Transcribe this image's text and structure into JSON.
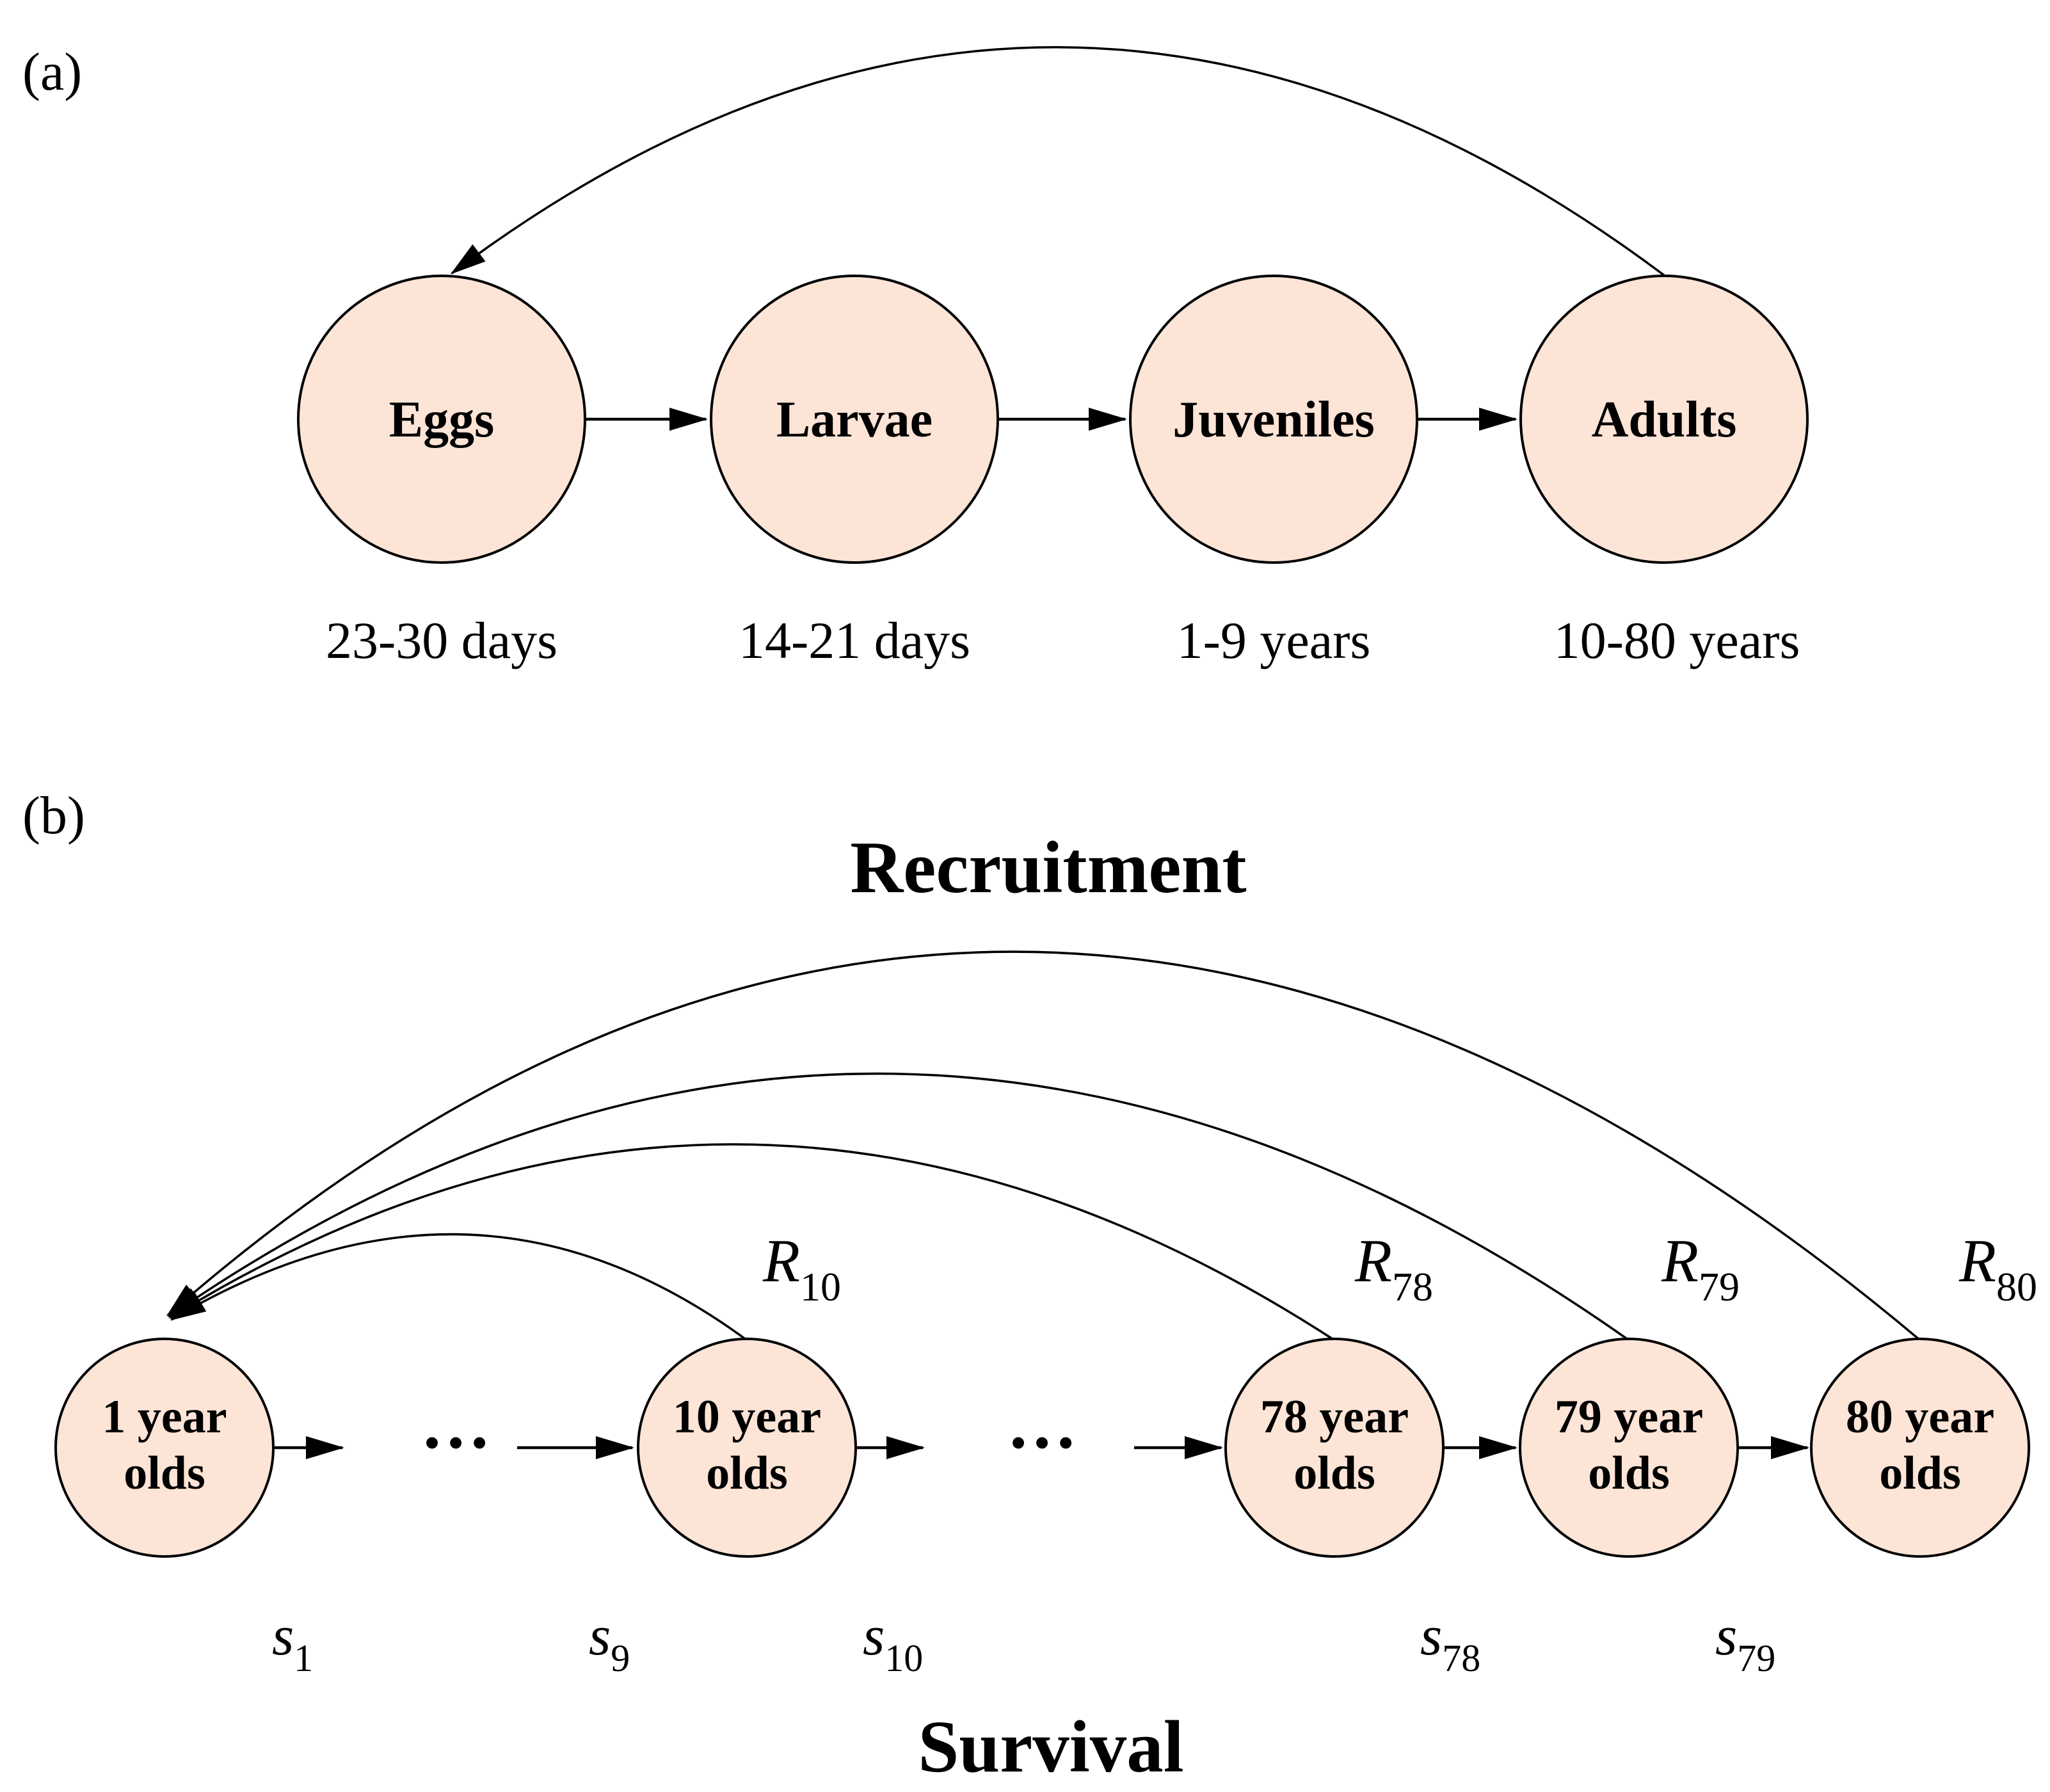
{
  "figure": {
    "colors": {
      "node_fill": "#fce4d6",
      "node_stroke": "#000000",
      "text": "#000000"
    },
    "panel_a": {
      "tag": "(a)",
      "stages": [
        {
          "label": "Eggs",
          "duration": "23-30 days"
        },
        {
          "label": "Larvae",
          "duration": "14-21 days"
        },
        {
          "label": "Juveniles",
          "duration": "1-9 years"
        },
        {
          "label": "Adults",
          "duration": "10-80 years"
        }
      ]
    },
    "panel_b": {
      "tag": "(b)",
      "recruitment_title": "Recruitment",
      "survival_title": "Survival",
      "ellipsis": "…",
      "age_classes": [
        {
          "line1": "1 year",
          "line2": "olds"
        },
        {
          "line1": "10 year",
          "line2": "olds"
        },
        {
          "line1": "78 year",
          "line2": "olds"
        },
        {
          "line1": "79 year",
          "line2": "olds"
        },
        {
          "line1": "80 year",
          "line2": "olds"
        }
      ],
      "recruitment_labels": [
        {
          "base": "R",
          "sub": "10"
        },
        {
          "base": "R",
          "sub": "78"
        },
        {
          "base": "R",
          "sub": "79"
        },
        {
          "base": "R",
          "sub": "80"
        }
      ],
      "survival_labels": [
        {
          "base": "s",
          "sub": "1"
        },
        {
          "base": "s",
          "sub": "9"
        },
        {
          "base": "s",
          "sub": "10"
        },
        {
          "base": "s",
          "sub": "78"
        },
        {
          "base": "s",
          "sub": "79"
        }
      ]
    }
  }
}
